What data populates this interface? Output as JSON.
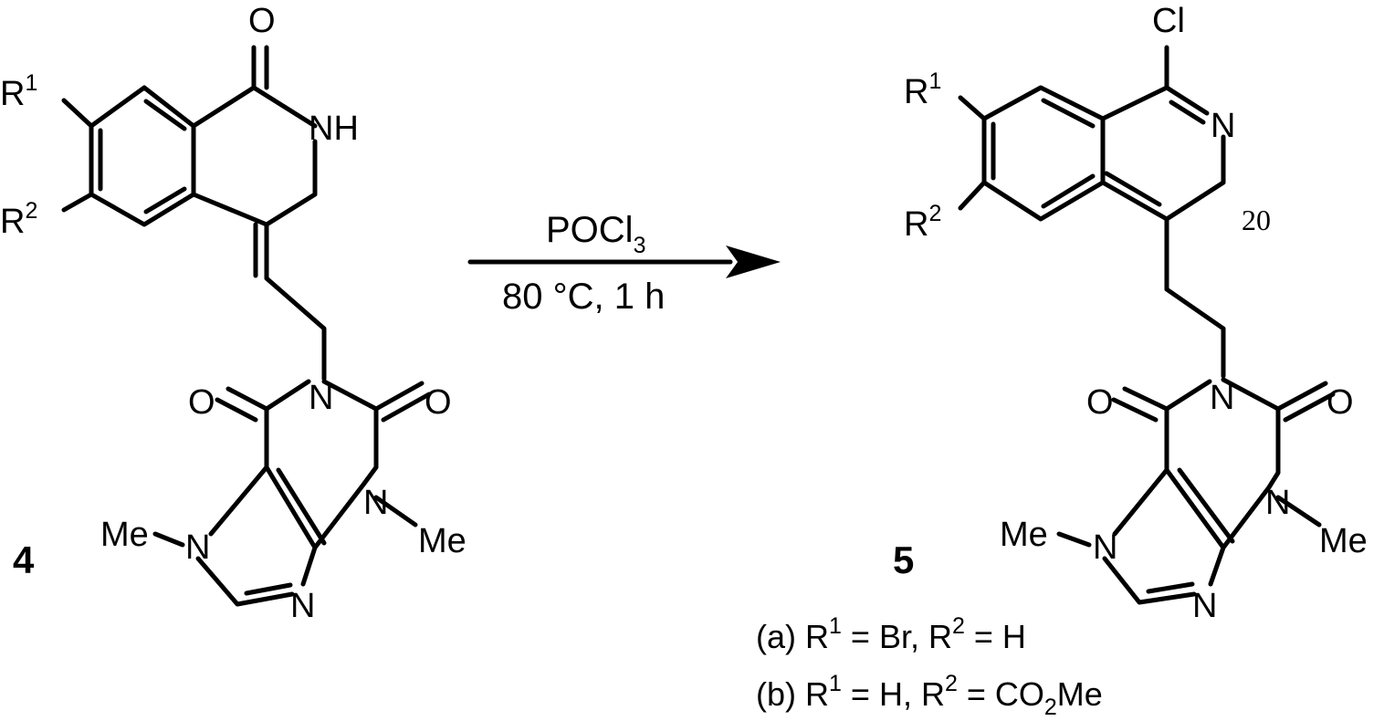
{
  "reactant": {
    "compound_number": "4",
    "labels": {
      "r1": "R",
      "r1_sup": "1",
      "r2": "R",
      "r2_sup": "2",
      "o_carbonyl": "O",
      "nh": "NH",
      "n_imide": "N",
      "o_left": "O",
      "o_right": "O",
      "n_methyl_right": "N",
      "me_right": "Me",
      "n_methyl_left": "N",
      "me_left": "Me",
      "n_imidazole": "N"
    }
  },
  "reaction": {
    "reagent": "POCl",
    "reagent_sub": "3",
    "conditions": "80 °C, 1 h"
  },
  "product": {
    "compound_number": "5",
    "annotation": "20",
    "labels": {
      "cl": "Cl",
      "r1": "R",
      "r1_sup": "1",
      "r2": "R",
      "r2_sup": "2",
      "n_ring": "N",
      "n_imide": "N",
      "o_left": "O",
      "o_right": "O",
      "n_methyl_right": "N",
      "me_right": "Me",
      "n_methyl_left": "N",
      "me_left": "Me",
      "n_imidazole": "N"
    },
    "variants": [
      {
        "id": "(a)",
        "r1_lbl": "R",
        "r1_sup": "1",
        "r1_val": " = Br, ",
        "r2_lbl": "R",
        "r2_sup": "2",
        "r2_val": " = H"
      },
      {
        "id": "(b)",
        "r1_lbl": "R",
        "r1_sup": "1",
        "r1_val": " = H, ",
        "r2_lbl": "R",
        "r2_sup": "2",
        "r2_val": " = CO",
        "r2_sub": "2",
        "r2_tail": "Me"
      }
    ]
  }
}
